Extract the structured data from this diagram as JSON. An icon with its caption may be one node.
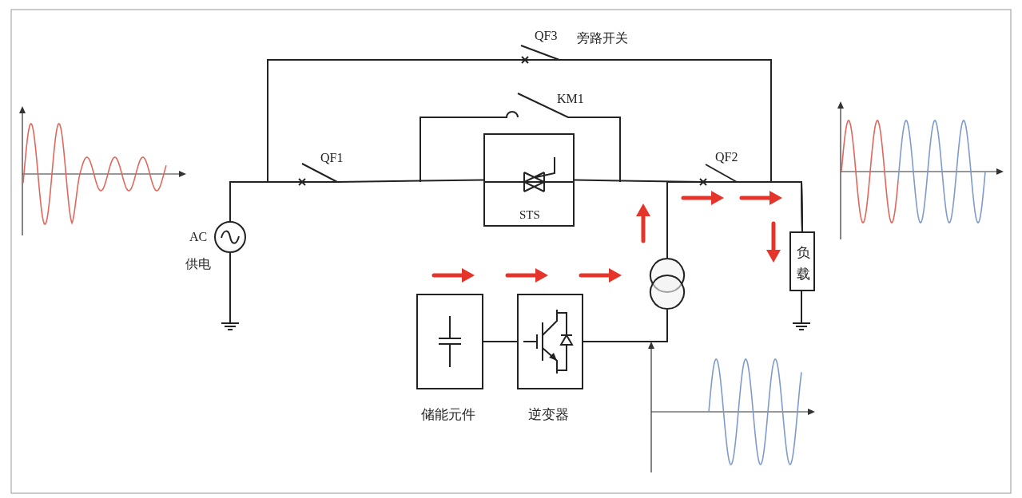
{
  "diagram": {
    "nodes": [
      {
        "text": [],
        "shape": "circle",
        "beside": [
          "AC",
          "供电"
        ]
      },
      {
        "text": [
          "STS"
        ]
      },
      {
        "text": [
          "储能元件"
        ]
      },
      {
        "text": [
          "逆变器"
        ]
      },
      {
        "text": [],
        "shape": "circle"
      },
      {
        "text": [
          "负载"
        ]
      }
    ],
    "edges": [
      {
        "from": 0,
        "to": 1,
        "arrow": "none",
        "label": "QF1"
      },
      {
        "from": 1,
        "to": 5,
        "arrow": "none",
        "label": "QF2"
      },
      {
        "from": 0,
        "to": 5,
        "arrow": "none",
        "label": "QF3"
      },
      {
        "from": 2,
        "to": 3,
        "arrow": "none"
      },
      {
        "from": 3,
        "to": 4,
        "arrow": "none"
      },
      {
        "from": 4,
        "to": 5,
        "arrow": "none"
      }
    ],
    "labels": [
      "旁路开关",
      "KM1"
    ]
  }
}
